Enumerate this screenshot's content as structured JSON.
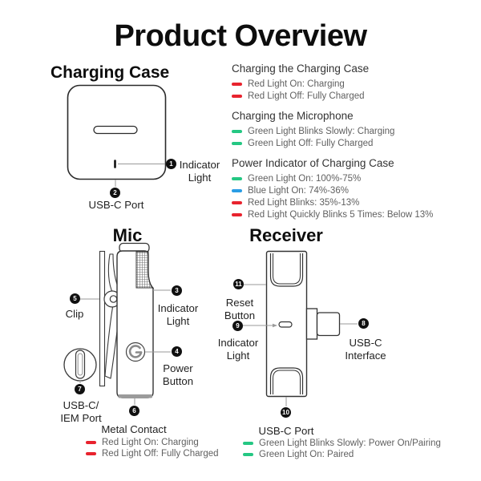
{
  "title": "Product Overview",
  "palette": {
    "red": "#e8232e",
    "green": "#25c783",
    "blue": "#2a9de5"
  },
  "case": {
    "heading": "Charging Case",
    "callout_indicator": {
      "num": "1",
      "label": "Indicator\nLight"
    },
    "callout_usb": {
      "num": "2",
      "label": "USB-C Port"
    }
  },
  "info": {
    "g1": {
      "heading": "Charging the Charging Case",
      "i1": {
        "color": "red",
        "text": "Red Light On: Charging"
      },
      "i2": {
        "color": "red",
        "text": "Red Light Off: Fully Charged"
      }
    },
    "g2": {
      "heading": "Charging the Microphone",
      "i1": {
        "color": "green",
        "text": "Green Light Blinks Slowly: Charging"
      },
      "i2": {
        "color": "green",
        "text": "Green Light Off: Fully Charged"
      }
    },
    "g3": {
      "heading": "Power Indicator of Charging Case",
      "i1": {
        "color": "green",
        "text": "Green Light On: 100%-75%"
      },
      "i2": {
        "color": "blue",
        "text": "Blue Light On: 74%-36%"
      },
      "i3": {
        "color": "red",
        "text": "Red Light Blinks: 35%-13%"
      },
      "i4": {
        "color": "red",
        "text": "Red Light Quickly Blinks 5 Times: Below 13%"
      }
    }
  },
  "mic": {
    "heading": "Mic",
    "callout_indicator": {
      "num": "3",
      "label": "Indicator\nLight"
    },
    "callout_power": {
      "num": "4",
      "label": "Power\nButton"
    },
    "callout_clip": {
      "num": "5",
      "label": "Clip"
    },
    "callout_contact": {
      "num": "6",
      "label": "Metal Contact"
    },
    "callout_port": {
      "num": "7",
      "label": "USB-C/\nIEM Port"
    },
    "legend": {
      "i1": {
        "color": "red",
        "text": "Red Light On: Charging"
      },
      "i2": {
        "color": "red",
        "text": "Red Light Off: Fully Charged"
      }
    }
  },
  "receiver": {
    "heading": "Receiver",
    "callout_usb_interface": {
      "num": "8",
      "label": "USB-C\nInterface"
    },
    "callout_indicator": {
      "num": "9",
      "label": "Indicator\nLight"
    },
    "callout_usb_port": {
      "num": "10",
      "label": "USB-C Port"
    },
    "callout_reset": {
      "num": "11",
      "label": "Reset\nButton"
    },
    "legend": {
      "i1": {
        "color": "green",
        "text": "Green Light Blinks Slowly: Power On/Pairing"
      },
      "i2": {
        "color": "green",
        "text": "Green Light On: Paired"
      }
    }
  }
}
